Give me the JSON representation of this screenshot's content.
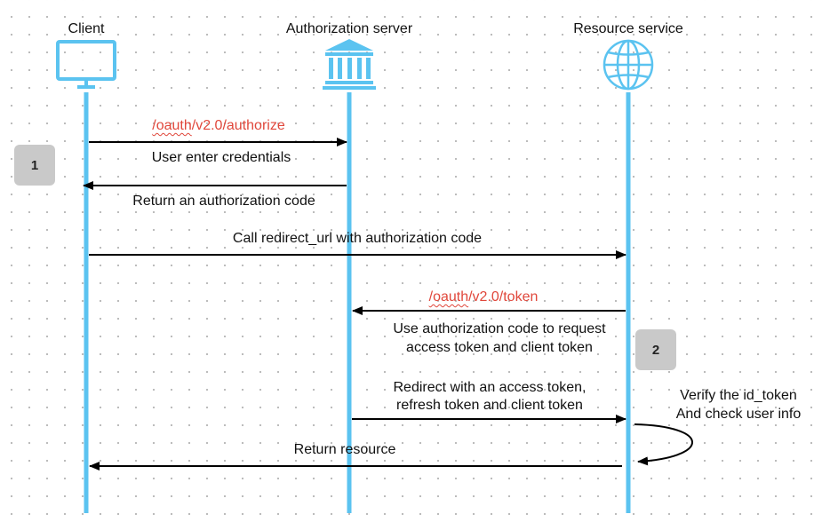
{
  "participants": {
    "client": "Client",
    "auth": "Authorization server",
    "resource": "Resource service"
  },
  "icons": {
    "client": "monitor-icon",
    "auth": "bank-building-icon",
    "resource": "globe-icon"
  },
  "colors": {
    "lifeline": "#5bc3f0",
    "path_text": "#e0473b",
    "badge": "#c9c9c9"
  },
  "messages": {
    "authorize_path_a": "/oauth",
    "authorize_path_b": "/v2.0/authorize",
    "enter_credentials": "User enter credentials",
    "return_code": "Return an authorization code",
    "call_redirect": "Call redirect_url with authorization code",
    "token_path_a": "/oauth",
    "token_path_b": "/v2.0/token",
    "use_code_1": "Use authorization code to request",
    "use_code_2": "access token and client token",
    "redirect_1": "Redirect with an access token,",
    "redirect_2": "refresh token and client token",
    "verify_1": "Verify the id_token",
    "verify_2": "And check user info",
    "return_resource": "Return resource"
  },
  "badges": {
    "one": "1",
    "two": "2"
  }
}
